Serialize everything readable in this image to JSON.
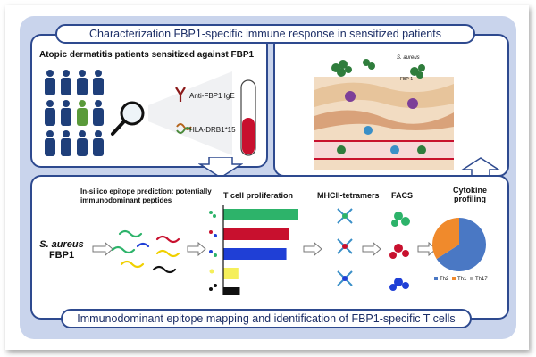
{
  "header": {
    "title": "Characterization FBP1-specific immune response in sensitized patients"
  },
  "footer": {
    "title": "Immunodominant epitope mapping and identification of FBP1-specific T cells"
  },
  "left_panel": {
    "title": "Atopic dermatitis patients sensitized against FBP1",
    "ige_label": "Anti-FBP1 IgE",
    "hla_label": "HLA-DRB1*15"
  },
  "skin_panel": {
    "aureus_label": "S. aureus",
    "fbp_label": "FBP-1"
  },
  "bottom_panel": {
    "antigen_line1": "S. aureus",
    "antigen_line2": "FBP1",
    "prediction_label": "In-silico epitope prediction: potentially immunodominant peptides",
    "proliferation_label": "T cell proliferation",
    "tetramer_label": "MHCII-tetramers",
    "facs_label": "FACS",
    "cytokine_label": "Cytokine profiling",
    "legend": [
      "Th2",
      "Th1",
      "Th17"
    ]
  },
  "colors": {
    "border": "#2e4a8f",
    "background": "#c9d4ec",
    "th2": "#4a78c4",
    "th1": "#f08a2c",
    "th17": "#b0b0b0"
  },
  "chart_data": {
    "type": "bar",
    "title": "T cell proliferation",
    "orientation": "horizontal",
    "categories": [
      "",
      "",
      "",
      "",
      ""
    ],
    "values": [
      100,
      88,
      84,
      20,
      22
    ],
    "colors": [
      "#2db36a",
      "#c8102e",
      "#1f3fd6",
      "#f5ef5a",
      "#111111"
    ],
    "xlim": [
      0,
      100
    ]
  },
  "pie_data": {
    "type": "pie",
    "categories": [
      "Th2",
      "Th1",
      "Th17"
    ],
    "values": [
      66,
      34,
      0
    ]
  }
}
